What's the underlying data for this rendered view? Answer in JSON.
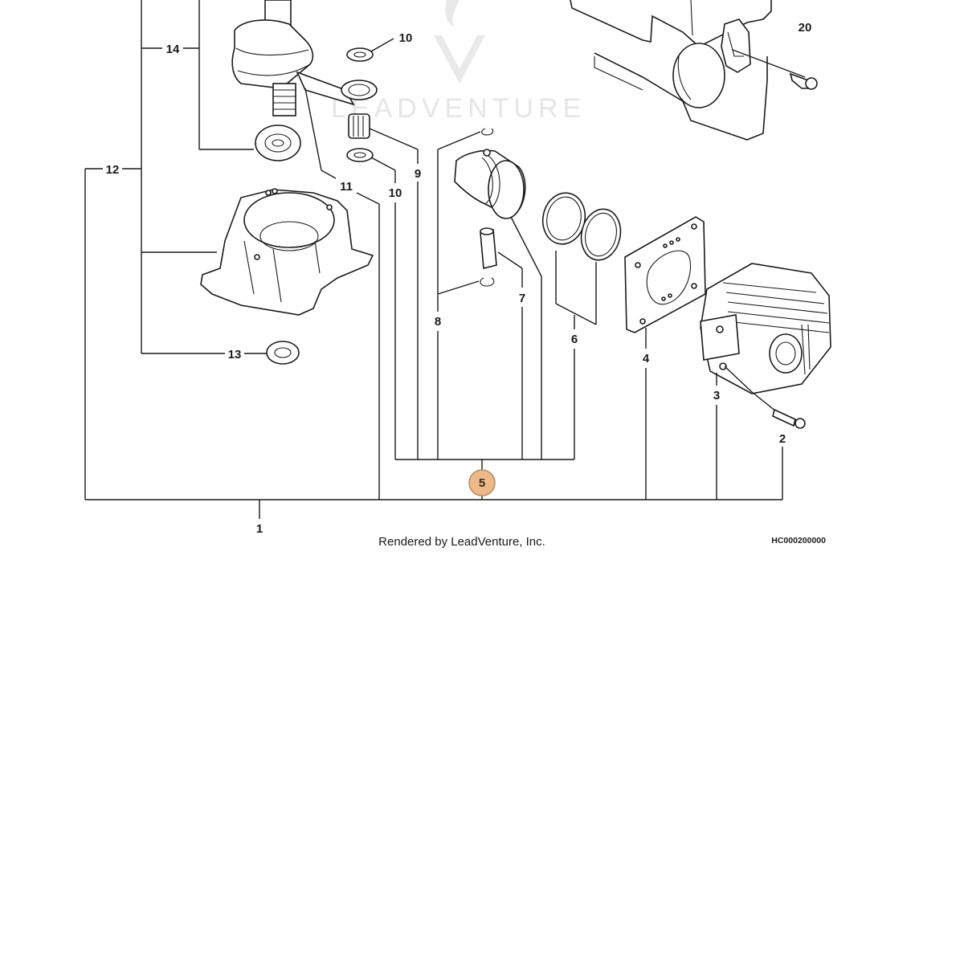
{
  "watermark": {
    "text": "LEADVENTURE"
  },
  "callouts": {
    "c1": "1",
    "c2": "2",
    "c3": "3",
    "c4": "4",
    "c5": "5",
    "c6": "6",
    "c7": "7",
    "c8": "8",
    "c9": "9",
    "c10a": "10",
    "c10b": "10",
    "c11": "11",
    "c12": "12",
    "c13": "13",
    "c14": "14",
    "c20": "20"
  },
  "highlight": {
    "label": "5",
    "fill": "#ecb98a",
    "stroke": "#b98a5a"
  },
  "footer": {
    "credit": "Rendered by LeadVenture, Inc.",
    "code": "HC000200000"
  }
}
